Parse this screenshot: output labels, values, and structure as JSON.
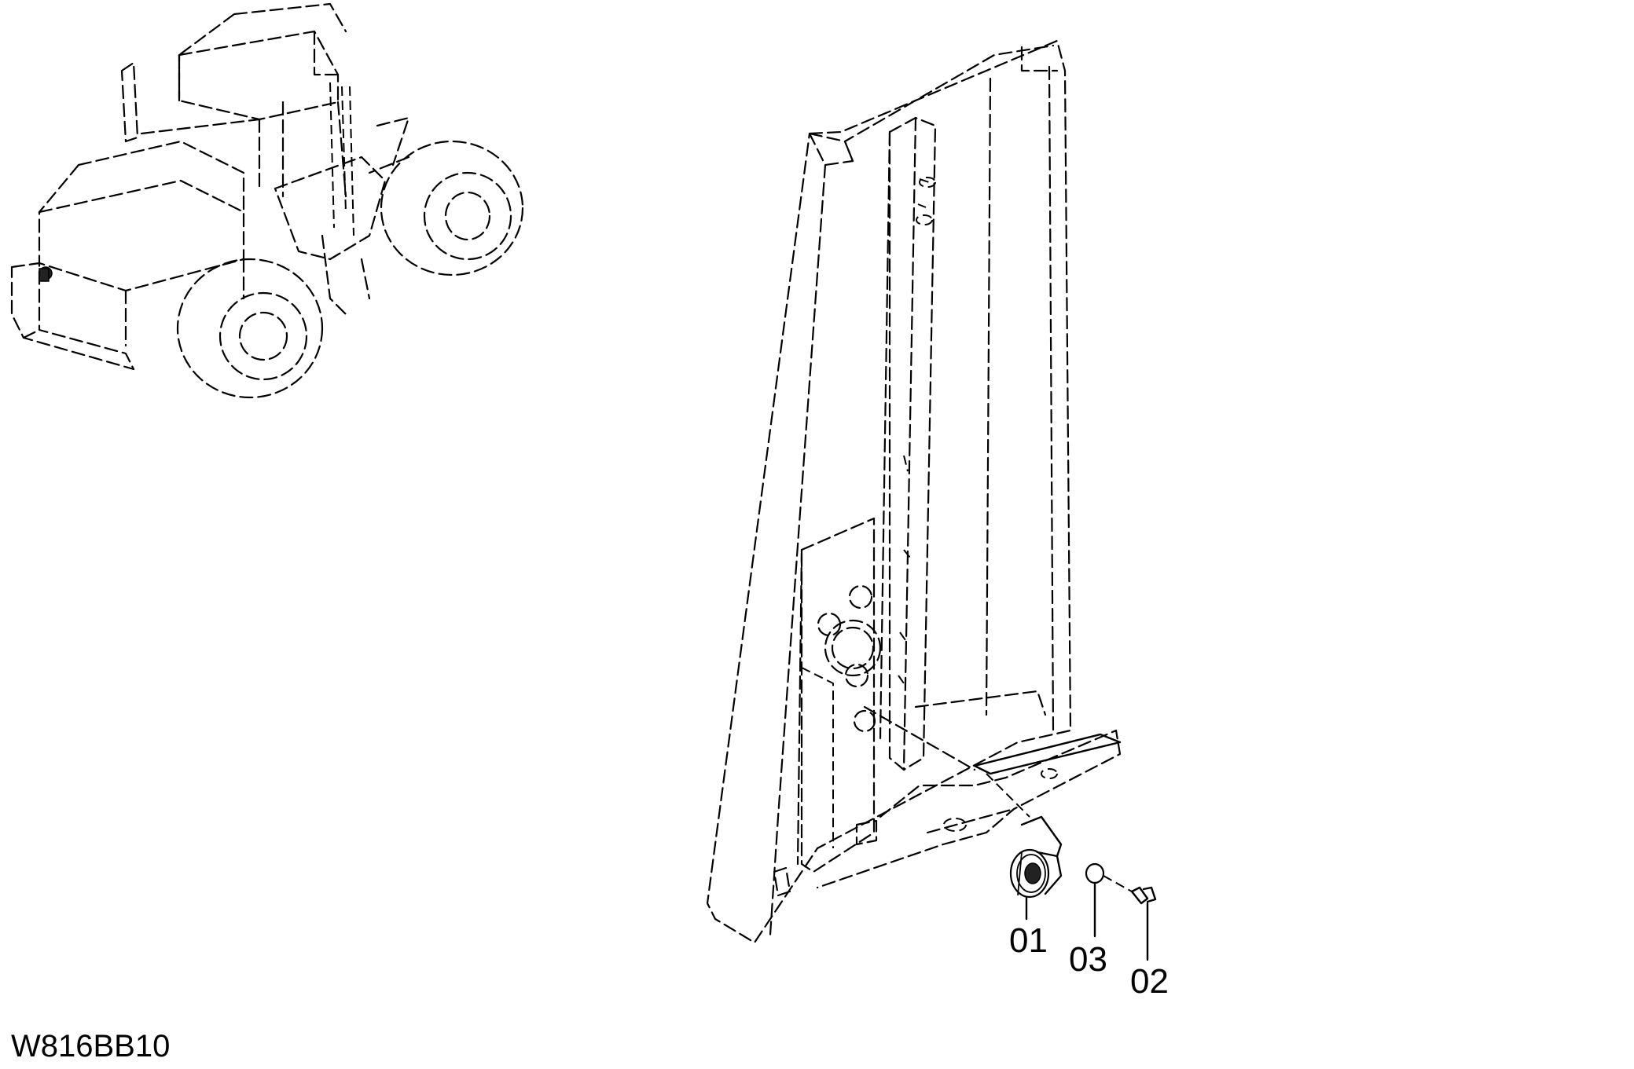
{
  "callouts": [
    {
      "label": "01",
      "part": "connector"
    },
    {
      "label": "03",
      "part": "washer"
    },
    {
      "label": "02",
      "part": "screw"
    }
  ],
  "drawing_code": "W816BB10"
}
